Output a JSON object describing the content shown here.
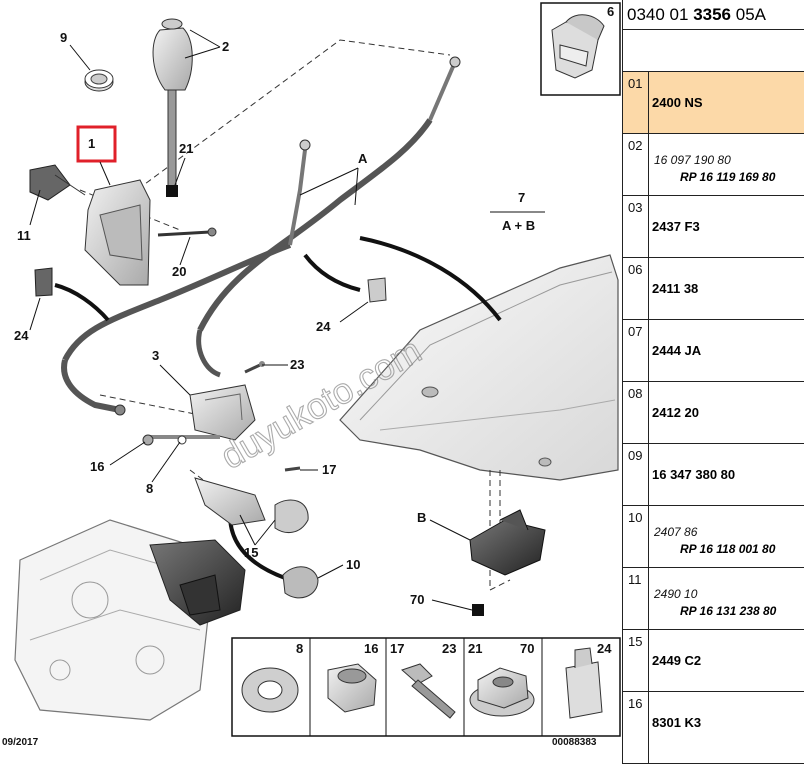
{
  "diagram": {
    "callouts": {
      "c1": "1",
      "c2": "2",
      "c3": "3",
      "c6": "6",
      "c7": "7",
      "c7sub": "A + B",
      "c8": "8",
      "c9": "9",
      "c10": "10",
      "c11": "11",
      "c15": "15",
      "c16": "16",
      "c17": "17",
      "c20": "20",
      "c21": "21",
      "c23": "23",
      "c24a": "24",
      "c24b": "24",
      "cA": "A",
      "cB": "B",
      "c70": "70"
    },
    "legend": {
      "l8": "8",
      "l16": "16",
      "l17": "17",
      "l23": "23",
      "l21": "21",
      "l70": "70",
      "l24": "24"
    },
    "date": "09/2017",
    "ref": "00088383",
    "watermark": "duyukoto.com"
  },
  "table": {
    "header_prefix": "0340 01 ",
    "header_bold": "3356",
    "header_suffix": " 05A",
    "rows": [
      {
        "idx": "01",
        "main": "2400 NS",
        "selected": true
      },
      {
        "idx": "02",
        "ital": "16 097 190 80",
        "rp": "RP 16 119 169 80"
      },
      {
        "idx": "03",
        "main": "2437 F3"
      },
      {
        "idx": "06",
        "main": "2411 38"
      },
      {
        "idx": "07",
        "main": "2444 JA"
      },
      {
        "idx": "08",
        "main": "2412 20"
      },
      {
        "idx": "09",
        "main": "16 347 380 80"
      },
      {
        "idx": "10",
        "ital": "2407 86",
        "rp": "RP 16 118 001 80"
      },
      {
        "idx": "11",
        "ital": "2490 10",
        "rp": "RP 16 131 238 80"
      },
      {
        "idx": "15",
        "main": "2449 C2"
      },
      {
        "idx": "16",
        "main": "8301 K3"
      }
    ]
  },
  "colors": {
    "highlight_box": "#e0202a",
    "selected_row": "#fcd9a8",
    "part_fill": "#d6d6d6",
    "dark_part": "#444444",
    "cable": "#555555"
  }
}
